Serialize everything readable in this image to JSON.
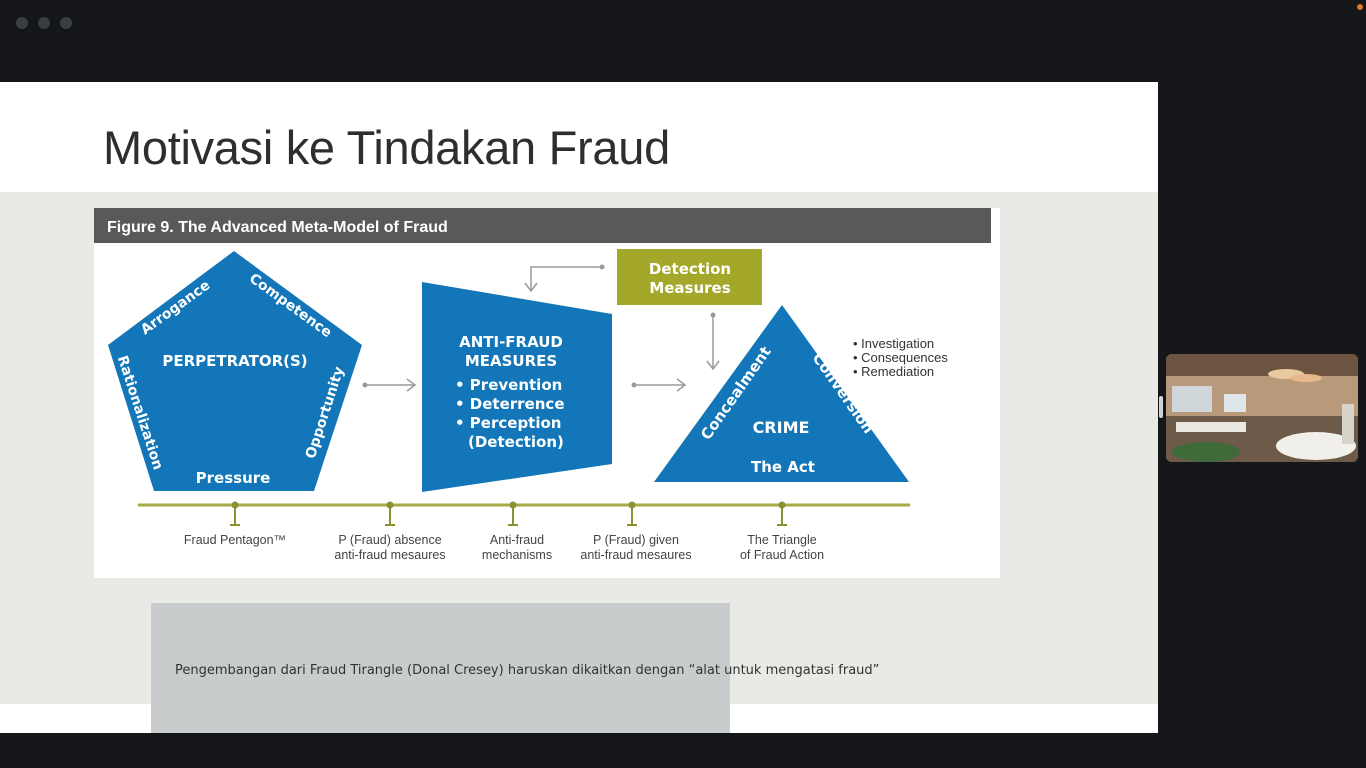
{
  "slide": {
    "title": "Motivasi ke Tindakan Fraud",
    "caption": "Pengembangan dari Fraud Tirangle (Donal Cresey) haruskan dikaitkan dengan “alat  untuk mengatasi fraud”"
  },
  "figure": {
    "header": "Figure 9. The Advanced Meta-Model of Fraud",
    "pentagon": {
      "center": "PERPETRATOR(S)",
      "sides": [
        "Arrogance",
        "Competence",
        "Opportunity",
        "Pressure",
        "Rationalization"
      ]
    },
    "anti_fraud": {
      "title_line1": "ANTI-FRAUD",
      "title_line2": "MEASURES",
      "items": [
        "• Prevention",
        "• Deterrence",
        "• Perception",
        "(Detection)"
      ]
    },
    "detection": {
      "line1": "Detection",
      "line2": "Measures"
    },
    "triangle": {
      "left_side": "Concealment",
      "right_side": "Conversion",
      "center": "CRIME",
      "base": "The Act"
    },
    "outcomes": [
      "• Investigation",
      "• Consequences",
      "• Remediation"
    ],
    "timeline": [
      {
        "line1": "Fraud Pentagon™",
        "line2": ""
      },
      {
        "line1": "P (Fraud) absence",
        "line2": "anti-fraud mesaures"
      },
      {
        "line1": "Anti-fraud",
        "line2": "mechanisms"
      },
      {
        "line1": "P (Fraud) given",
        "line2": "anti-fraud mesaures"
      },
      {
        "line1": "The Triangle",
        "line2": "of Fraud Action"
      }
    ]
  },
  "colors": {
    "blue": "#1276b8",
    "olive": "#a3a82a",
    "header_gray": "#58595b",
    "timeline": "#a8aa4a"
  }
}
